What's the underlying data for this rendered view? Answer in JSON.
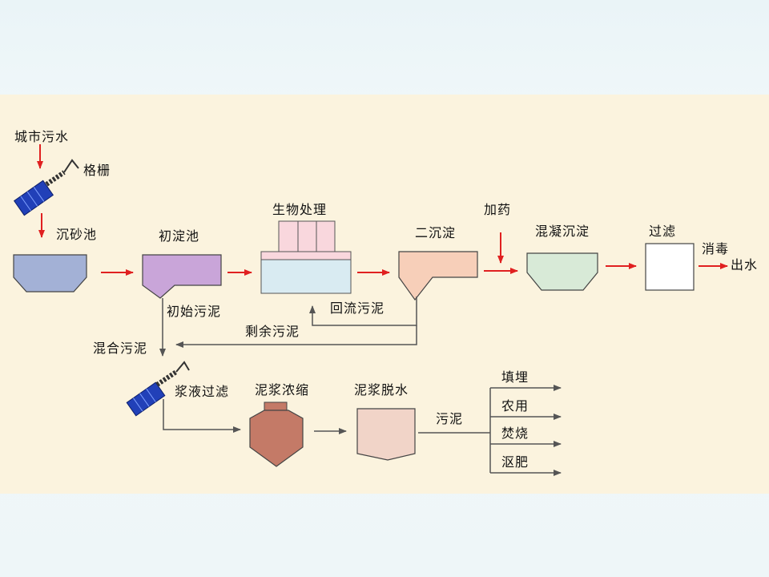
{
  "labels": {
    "city_sewage": "城市污水",
    "grille": "格栅",
    "grit_chamber": "沉砂池",
    "primary_tank": "初淀池",
    "bio_treatment": "生物处理",
    "secondary_tank": "二沉淀",
    "dosing": "加药",
    "coag_sed": "混凝沉淀",
    "filtration": "过滤",
    "disinfection": "消毒",
    "outflow": "出水",
    "primary_sludge": "初始污泥",
    "return_sludge": "回流污泥",
    "excess_sludge": "剩余污泥",
    "mixed_sludge": "混合污泥",
    "slurry_filter": "浆液过滤",
    "thickening": "泥浆浓缩",
    "dewatering": "泥浆脱水",
    "sludge": "污泥",
    "landfill": "填埋",
    "agriculture": "农用",
    "incineration": "焚烧",
    "compost": "沤肥"
  },
  "colors": {
    "background": "#eaf4f7",
    "panel": "#fbf3de",
    "grit_tank": "#a3b1d6",
    "primary_tank": "#c9a5d9",
    "bio_tank": "#d9ebf2",
    "secondary_tank": "#f7cfb9",
    "coag_tank": "#d8ead7",
    "filter": "#ffffff",
    "thickener": "#c47a67",
    "dewater": "#f1d4c8",
    "screen": "#2140b8",
    "arrow_red": "#e02020",
    "line_gray": "#555555"
  }
}
